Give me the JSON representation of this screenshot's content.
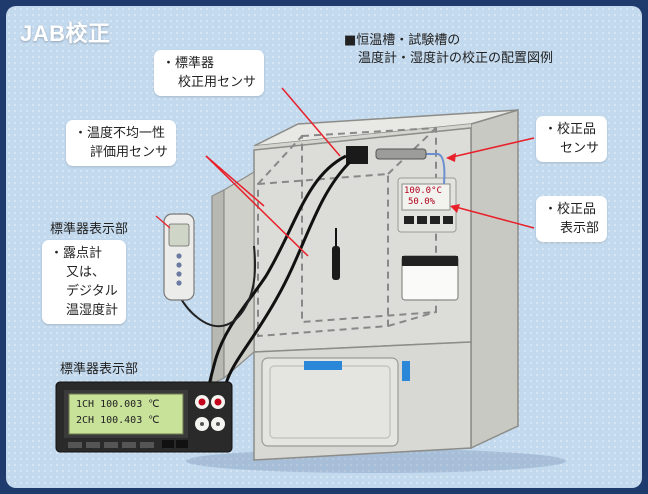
{
  "title": "JAB校正",
  "heading": {
    "line1": "■恒温槽・試験槽の",
    "line2": "温度計・湿度計の校正の配置図例"
  },
  "callouts": {
    "standard_sensor": [
      "・標準器",
      "校正用センサ"
    ],
    "uniformity_sensor": [
      "・温度不均一性",
      "評価用センサ"
    ],
    "dut_sensor": [
      "・校正品",
      "センサ"
    ],
    "dut_display": [
      "・校正品",
      "表示部"
    ],
    "dewpoint": [
      "・露点計",
      "又は、",
      "デジタル",
      "温湿度計"
    ]
  },
  "labels": {
    "standard_display_top": "標準器表示部",
    "standard_display_bottom": "標準器表示部"
  },
  "standard_lcd": {
    "line1": "1CH  100.003  ℃",
    "line2": "2CH  100.403  ℃"
  },
  "dut_readout": {
    "temp": "100.0°C",
    "humidity": "50.0%"
  },
  "colors": {
    "background": "#c3d9ee",
    "arrow": "#e8202a",
    "chamber": "#dcdcd8",
    "lcd": "#c8e29a"
  }
}
